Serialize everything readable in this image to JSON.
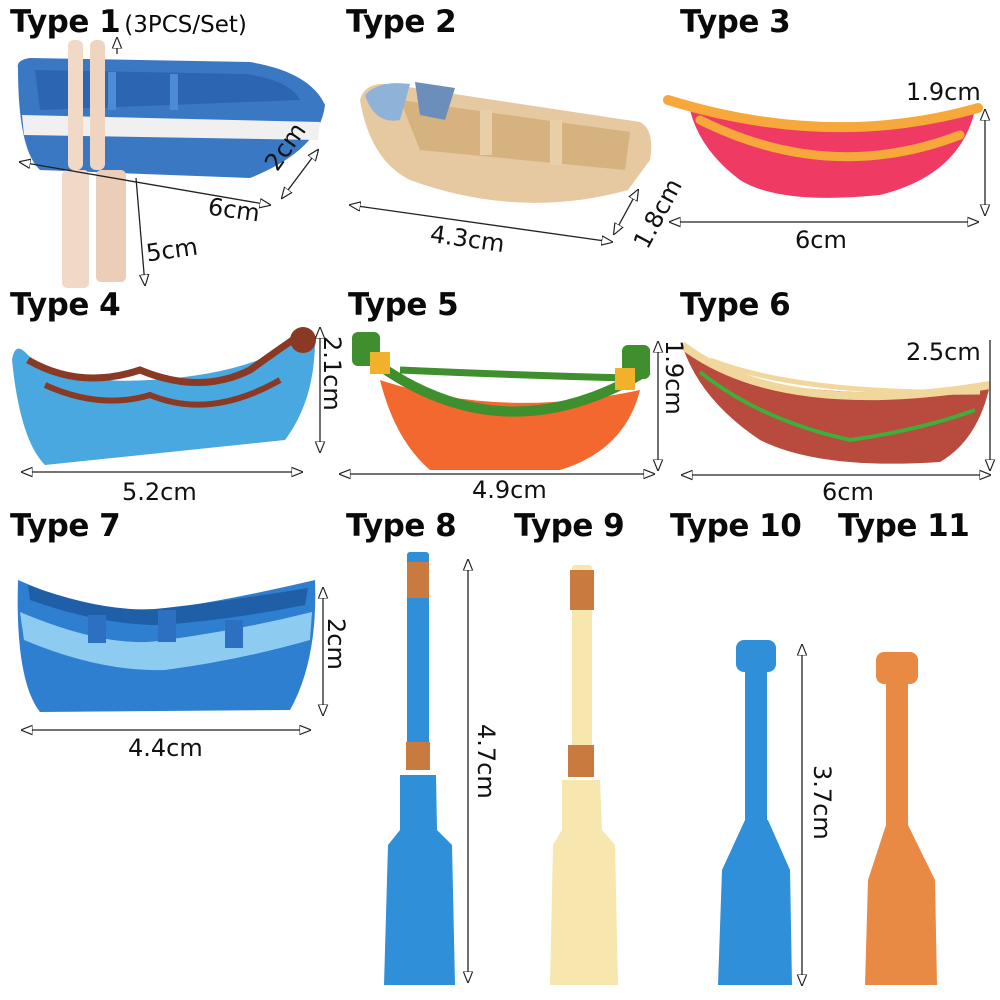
{
  "items": [
    {
      "label": "Type 1",
      "note": "(3PCS/Set)",
      "dims": [
        "6cm",
        "2cm",
        "5cm"
      ],
      "colors": {
        "hull": "#3b78c4",
        "stripe": "#f2f2f2",
        "oar": "#f1d9c8"
      }
    },
    {
      "label": "Type 2",
      "dims": [
        "4.3cm",
        "1.8cm"
      ],
      "colors": {
        "hull": "#e6c9a0",
        "net": "#7d9fc8"
      }
    },
    {
      "label": "Type 3",
      "dims": [
        "1.9cm",
        "6cm"
      ],
      "colors": {
        "hull": "#ef3a64",
        "rim": "#f7a83a"
      }
    },
    {
      "label": "Type 4",
      "dims": [
        "2.1cm",
        "5.2cm"
      ],
      "colors": {
        "hull": "#4aa8e0",
        "rim": "#8a3a24"
      }
    },
    {
      "label": "Type 5",
      "dims": [
        "1.9cm",
        "4.9cm"
      ],
      "colors": {
        "hull": "#f2682e",
        "rope": "#3f8f2e",
        "band": "#f2b12a"
      }
    },
    {
      "label": "Type 6",
      "dims": [
        "2.5cm",
        "6cm"
      ],
      "colors": {
        "hull": "#b84a3e",
        "rim": "#f2d79c",
        "vine": "#3fae3a"
      }
    },
    {
      "label": "Type 7",
      "dims": [
        "2cm",
        "4.4cm"
      ],
      "colors": {
        "hull": "#2f7fd0",
        "wave": "#8ecbf0"
      }
    },
    {
      "label": "Type 8",
      "dims": [
        "4.7cm"
      ],
      "colors": {
        "oar": "#2f8fd8",
        "grip": "#c97a3e"
      }
    },
    {
      "label": "Type 9",
      "colors": {
        "oar": "#f7e6ae",
        "grip": "#c97a3e"
      }
    },
    {
      "label": "Type 10",
      "dims": [
        "3.7cm"
      ],
      "colors": {
        "oar": "#2f8fd8"
      }
    },
    {
      "label": "Type 11",
      "colors": {
        "oar": "#e88a44"
      }
    }
  ]
}
